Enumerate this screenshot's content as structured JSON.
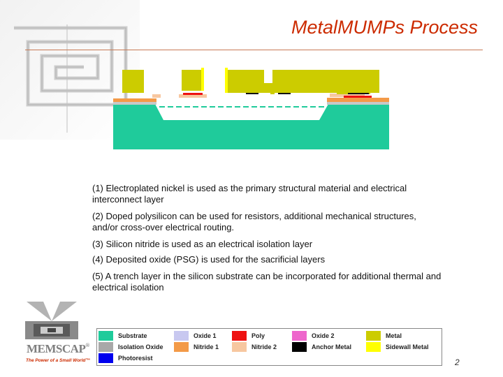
{
  "header": {
    "title": "MetalMUMPs Process"
  },
  "diagram": {
    "layers": [
      {
        "name": "Substrate",
        "color": "#1fcb9b"
      },
      {
        "name": "Isolation Oxide",
        "color": "#c8c8c8"
      },
      {
        "name": "Nitride 1",
        "color": "#f39a48"
      },
      {
        "name": "Nitride 2",
        "color": "#f7c7a0"
      },
      {
        "name": "Poly",
        "color": "#ee1111"
      },
      {
        "name": "Metal",
        "color": "#cccc00"
      },
      {
        "name": "Sidewall Metal",
        "color": "#ffff00"
      },
      {
        "name": "Anchor Metal",
        "color": "#111111"
      }
    ]
  },
  "bullets": [
    "(1) Electroplated nickel is used as the primary structural material and electrical interconnect layer",
    "(2) Doped polysilicon can be used for resistors, additional mechanical structures, and/or cross-over electrical routing.",
    "(3) Silicon nitride is used as an electrical isolation layer",
    "(4) Deposited oxide (PSG) is used for the sacrificial layers",
    "(5) A trench layer in the silicon substrate can be incorporated for additional thermal and electrical isolation"
  ],
  "logo": {
    "name": "MEMSCAP",
    "mark": "®",
    "tagline": "The Power of a Small World™"
  },
  "legend": {
    "items": [
      {
        "label": "Substrate",
        "color": "#1fcb9b"
      },
      {
        "label": "Oxide 1",
        "color": "#c8c8f0"
      },
      {
        "label": "Poly",
        "color": "#ee1111"
      },
      {
        "label": "Oxide 2",
        "color": "#ee66cc"
      },
      {
        "label": "Metal",
        "color": "#cccc00"
      },
      {
        "label": "Isolation Oxide",
        "color": "#a8a8a8"
      },
      {
        "label": "Nitride 1",
        "color": "#f39a48"
      },
      {
        "label": "Nitride 2",
        "color": "#f7c7a0"
      },
      {
        "label": "Anchor Metal",
        "color": "#000000"
      },
      {
        "label": "Sidewall Metal",
        "color": "#ffff00"
      },
      {
        "label": "Photoresist",
        "color": "#0000ee"
      }
    ]
  },
  "footer": {
    "page_number": "2"
  }
}
